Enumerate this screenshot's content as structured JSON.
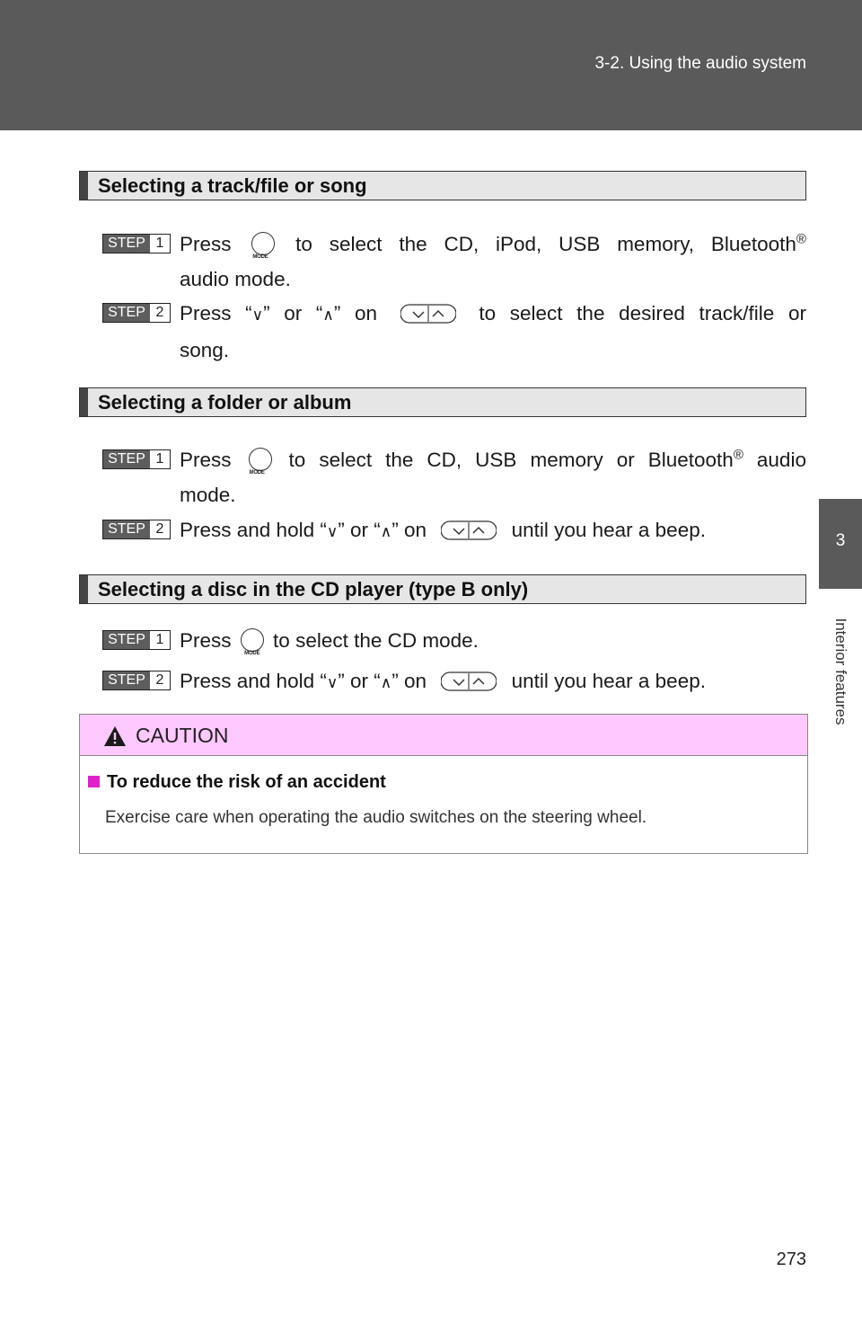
{
  "header": {
    "breadcrumb": "3-2. Using the audio system"
  },
  "side_tab": {
    "number": "3",
    "label": "Interior features"
  },
  "icons": {
    "mode_button": "MODE"
  },
  "sections": [
    {
      "heading": "Selecting a track/file or song",
      "steps": [
        {
          "badge": "STEP",
          "num": "1",
          "pre": "Press",
          "post": "to select the CD, iPod, USB memory, Bluetooth",
          "reg": "®",
          "cont": "audio mode."
        },
        {
          "badge": "STEP",
          "num": "2",
          "pre": "Press “",
          "down": "∨",
          "mid": "” or “",
          "up": "∧",
          "mid2": "” on",
          "post": "to select the desired track/file or",
          "cont": "song."
        }
      ]
    },
    {
      "heading": "Selecting a folder or album",
      "steps": [
        {
          "badge": "STEP",
          "num": "1",
          "pre": "Press",
          "post": "to select the CD, USB memory or Bluetooth",
          "reg": "®",
          "post2": " audio",
          "cont": "mode."
        },
        {
          "badge": "STEP",
          "num": "2",
          "pre": "Press and hold “",
          "down": "∨",
          "mid": "” or “",
          "up": "∧",
          "mid2": "” on",
          "post": "until you hear a beep."
        }
      ]
    },
    {
      "heading": "Selecting a disc in the CD player (type B only)",
      "steps": [
        {
          "badge": "STEP",
          "num": "1",
          "pre": "Press",
          "post": "to select the CD mode."
        },
        {
          "badge": "STEP",
          "num": "2",
          "pre": "Press and hold “",
          "down": "∨",
          "mid": "” or “",
          "up": "∧",
          "mid2": "” on",
          "post": "until you hear a beep."
        }
      ]
    }
  ],
  "caution": {
    "title": "CAUTION",
    "subheading": "To reduce the risk of an accident",
    "body": "Exercise care when operating the audio switches on the steering wheel."
  },
  "page_number": "273"
}
